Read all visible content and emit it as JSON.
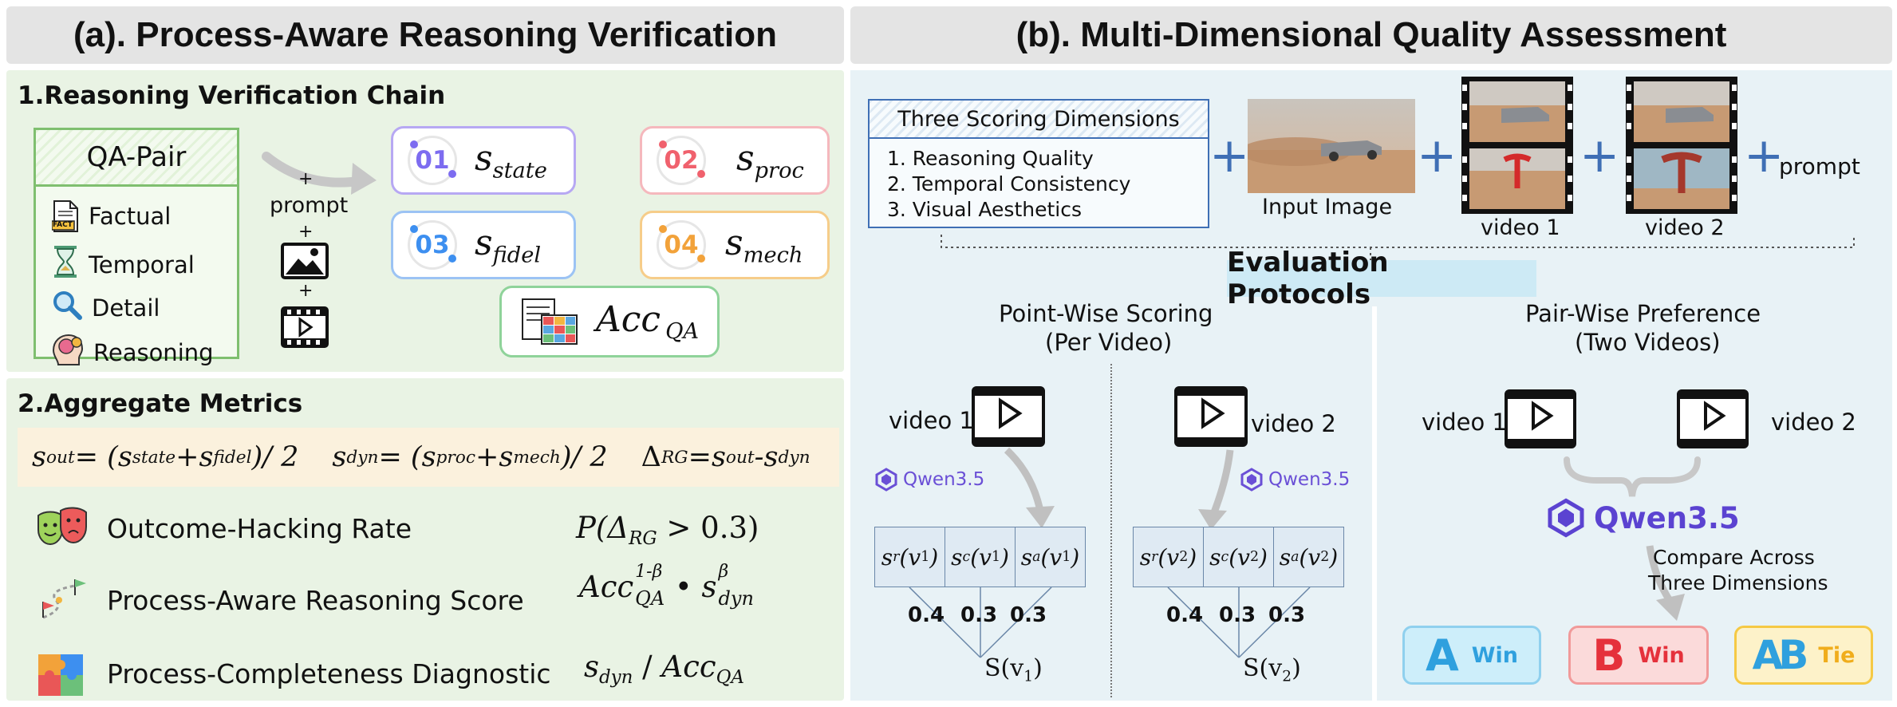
{
  "panel_a": {
    "title": "(a). Process-Aware Reasoning Verification",
    "section1_title": "1.Reasoning Verification Chain",
    "qa_pair": {
      "title": "QA-Pair",
      "items": [
        "Factual",
        "Temporal",
        "Detail",
        "Reasoning"
      ],
      "fact_badge": "FACT"
    },
    "inputs": {
      "plus": "+",
      "prompt": "prompt"
    },
    "cards": [
      {
        "num": "01",
        "var": "s",
        "sub": "state",
        "color": "#7d6cf0"
      },
      {
        "num": "02",
        "var": "s",
        "sub": "proc",
        "color": "#f0616d"
      },
      {
        "num": "03",
        "var": "s",
        "sub": "fidel",
        "color": "#3d8ff0"
      },
      {
        "num": "04",
        "var": "s",
        "sub": "mech",
        "color": "#f2a23a"
      }
    ],
    "acc_card": {
      "var": "Acc",
      "sub": "QA"
    },
    "section2_title": "2.Aggregate Metrics",
    "formula": {
      "s_out": "s",
      "out": "out",
      "eq": " = (",
      "state": "state",
      "plus": " + ",
      "fidel": "fidel",
      "div2": ")/ 2",
      "s_dyn": "s",
      "dyn": "dyn",
      "proc": "proc",
      "mech": "mech",
      "delta": "Δ",
      "rg": "RG",
      "minus": " - "
    },
    "metrics": [
      {
        "label": "Outcome-Hacking Rate",
        "formula_text": "P(Δ",
        "formula_sub": "RG",
        "formula_tail": " > 0.3)"
      },
      {
        "label": "Process-Aware Reasoning Score"
      },
      {
        "label": "Process-Completeness Diagnostic"
      }
    ],
    "score_formula": {
      "acc": "Acc",
      "qa": "QA",
      "exp1": "1-β",
      "dot": " • ",
      "s": "s",
      "dyn": "dyn",
      "exp2": "β"
    },
    "diag_formula": {
      "s": "s",
      "dyn": "dyn",
      "slash": " / ",
      "acc": "Acc",
      "qa": "QA"
    }
  },
  "panel_b": {
    "title": "(b). Multi-Dimensional Quality Assessment",
    "dims_title": "Three Scoring Dimensions",
    "dims": [
      "1. Reasoning Quality",
      "2. Temporal Consistency",
      "3. Visual Aesthetics"
    ],
    "plus": "+",
    "input_image_label": "Input Image",
    "video1_label": "video 1",
    "video2_label": "video 2",
    "prompt_label": "prompt",
    "protocols_label": "Evaluation Protocols",
    "pointwise": {
      "title1": "Point-Wise Scoring",
      "title2": "(Per Video)",
      "video1": "video 1",
      "video2": "video 2",
      "qwen": "Qwen3.5",
      "cells_v1": [
        {
          "s": "s",
          "sub": "r",
          "arg": "(v",
          "n": "1",
          "close": ")"
        },
        {
          "s": "s",
          "sub": "c",
          "arg": "(v",
          "n": "1",
          "close": ")"
        },
        {
          "s": "s",
          "sub": "a",
          "arg": "(v",
          "n": "1",
          "close": ")"
        }
      ],
      "cells_v2": [
        {
          "s": "s",
          "sub": "r",
          "arg": "(v",
          "n": "2",
          "close": ")"
        },
        {
          "s": "s",
          "sub": "c",
          "arg": "(v",
          "n": "2",
          "close": ")"
        },
        {
          "s": "s",
          "sub": "a",
          "arg": "(v",
          "n": "2",
          "close": ")"
        }
      ],
      "weights": [
        "0.4",
        "0.3",
        "0.3"
      ],
      "result1": {
        "S": "S(v",
        "n": "1",
        "close": ")"
      },
      "result2": {
        "S": "S(v",
        "n": "2",
        "close": ")"
      }
    },
    "pairwise": {
      "title1": "Pair-Wise Preference",
      "title2": "(Two Videos)",
      "video1": "video 1",
      "video2": "video 2",
      "qwen": "Qwen3.5",
      "compare1": "Compare Across",
      "compare2": "Three Dimensions",
      "outcomes": [
        {
          "glyph": "A",
          "label": "Win",
          "color": "#2fa0de"
        },
        {
          "glyph": "B",
          "label": "Win",
          "color": "#e5313b"
        },
        {
          "glyph": "AB",
          "label": "Tie",
          "color": "#f0ad1c"
        }
      ]
    }
  }
}
